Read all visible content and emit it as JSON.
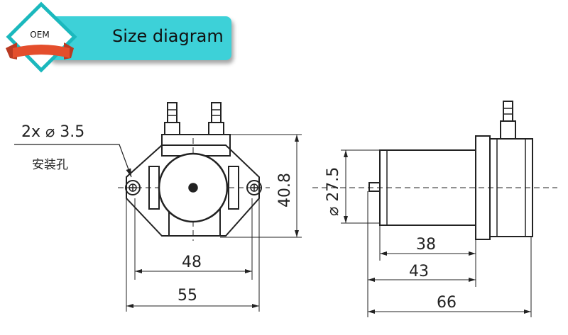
{
  "banner": {
    "title": "Size diagram",
    "badge": "OEM"
  },
  "front_view": {
    "hole_label": "2x ⌀ 3.5",
    "hole_label_cn": "安装孔",
    "dims": {
      "height": "40.8",
      "hole_spacing": "48",
      "width": "55"
    }
  },
  "side_view": {
    "dims": {
      "motor_diameter": "⌀ 27.5",
      "motor_length": "38",
      "motor_with_shaft": "43",
      "total_length": "66"
    }
  }
}
